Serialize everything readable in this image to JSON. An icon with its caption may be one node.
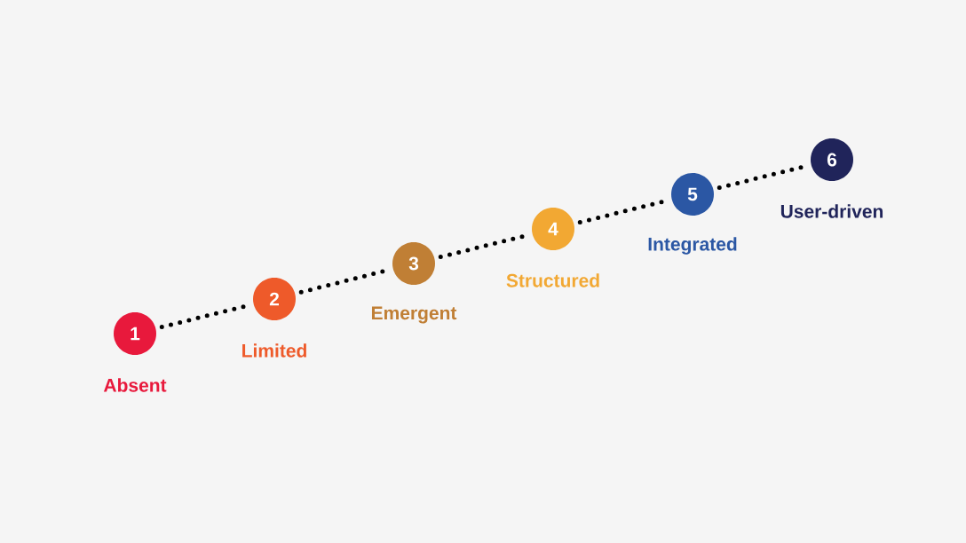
{
  "diagram": {
    "nodes": [
      {
        "text": [
          "1"
        ],
        "beside": [
          "Absent"
        ]
      },
      {
        "text": [
          "2"
        ],
        "beside": [
          "Limited"
        ]
      },
      {
        "text": [
          "3"
        ],
        "beside": [
          "Emergent"
        ]
      },
      {
        "text": [
          "4"
        ],
        "beside": [
          "Structured"
        ]
      },
      {
        "text": [
          "5"
        ],
        "beside": [
          "Integrated"
        ]
      },
      {
        "text": [
          "6"
        ],
        "beside": [
          "User-driven"
        ]
      }
    ],
    "edges": [
      {
        "from": 0,
        "to": 1,
        "arrow": "none"
      },
      {
        "from": 1,
        "to": 2,
        "arrow": "none"
      },
      {
        "from": 2,
        "to": 3,
        "arrow": "none"
      },
      {
        "from": 3,
        "to": 4,
        "arrow": "none"
      },
      {
        "from": 4,
        "to": 5,
        "arrow": "none"
      }
    ]
  }
}
